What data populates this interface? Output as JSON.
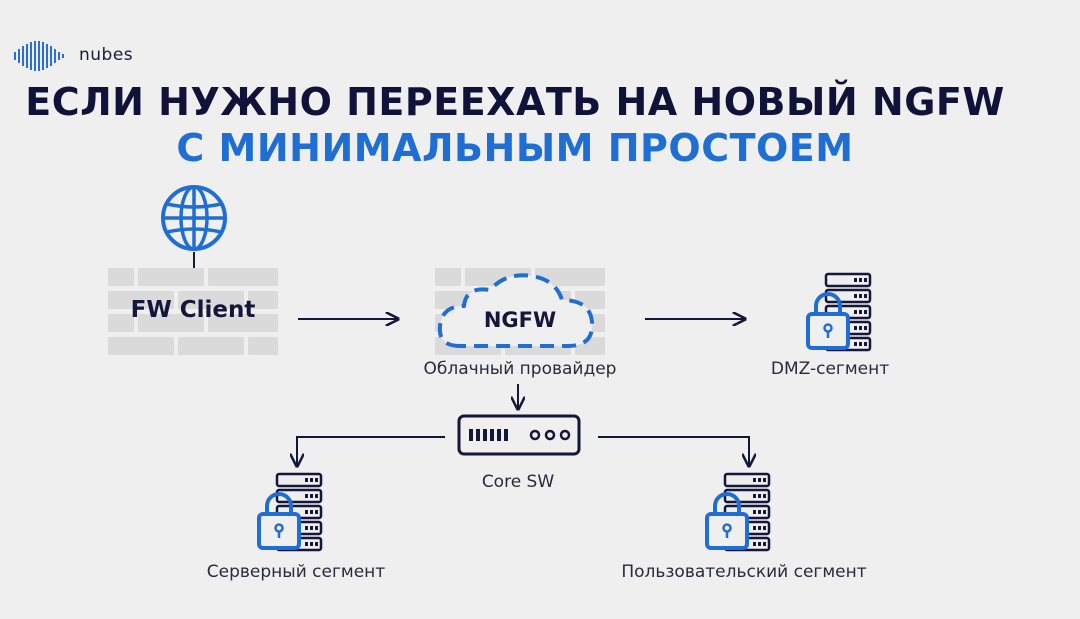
{
  "logo": {
    "text": "nubes",
    "icon": "nubes-logo-icon"
  },
  "title": {
    "line1": "ЕСЛИ НУЖНО ПЕРЕЕХАТЬ НА НОВЫЙ NGFW",
    "line2": "С МИНИМАЛЬНЫМ ПРОСТОЕМ"
  },
  "colors": {
    "dark": "#14163a",
    "accent": "#1f6ed4",
    "background": "#efefef",
    "brick": "#dadada"
  },
  "nodes": {
    "internet": {
      "icon": "globe-icon"
    },
    "fw_client": {
      "label": "FW Client",
      "icon": "brick-wall-icon"
    },
    "ngfw": {
      "label": "NGFW",
      "caption": "Облачный провайдер",
      "icon": "cloud-icon"
    },
    "dmz": {
      "caption": "DMZ-сегмент",
      "icon": "secure-server-icon"
    },
    "core_sw": {
      "caption": "Core SW",
      "icon": "network-switch-icon"
    },
    "server_segment": {
      "caption": "Серверный сегмент",
      "icon": "secure-server-icon"
    },
    "user_segment": {
      "caption": "Пользовательский сегмент",
      "icon": "secure-server-icon"
    }
  }
}
